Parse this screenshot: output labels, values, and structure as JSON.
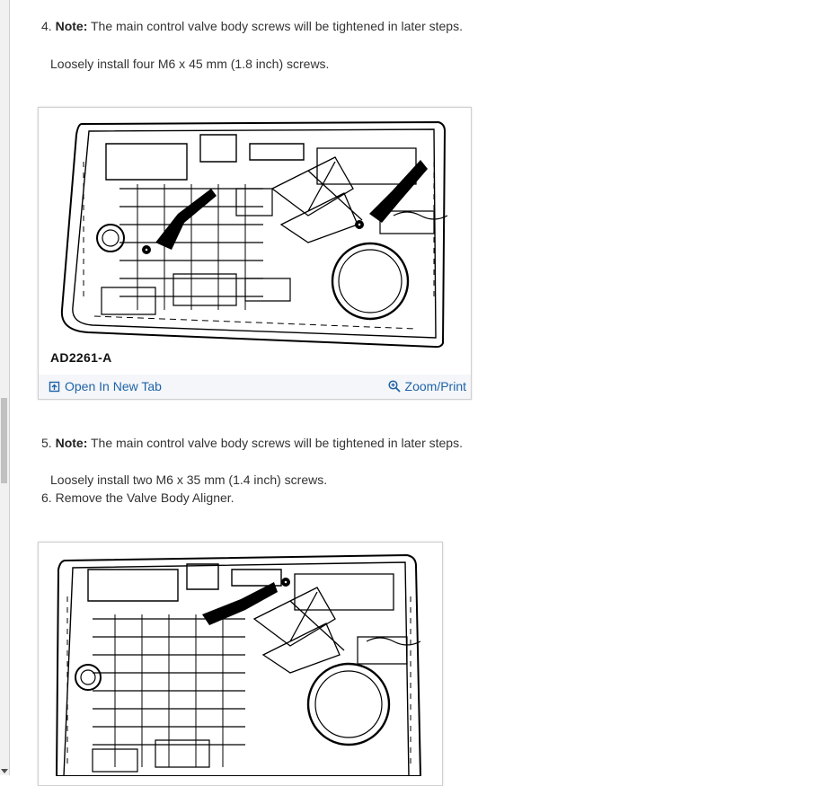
{
  "steps": [
    {
      "number": "4.",
      "note_label": "Note:",
      "note_text": " The main control valve body screws will be tightened in later steps.",
      "detail": "Loosely install four M6 x 45 mm (1.8 inch) screws."
    },
    {
      "number": "5.",
      "note_label": "Note:",
      "note_text": " The main control valve body screws will be tightened in later steps.",
      "detail": "Loosely install two M6 x 35 mm (1.4 inch) screws."
    },
    {
      "number": "6.",
      "text": "Remove the Valve Body Aligner."
    }
  ],
  "figure1": {
    "code": "AD2261-A",
    "open_label": "Open In New Tab",
    "zoom_label": "Zoom/Print"
  },
  "colors": {
    "link": "#1f63a8",
    "text": "#333333"
  }
}
